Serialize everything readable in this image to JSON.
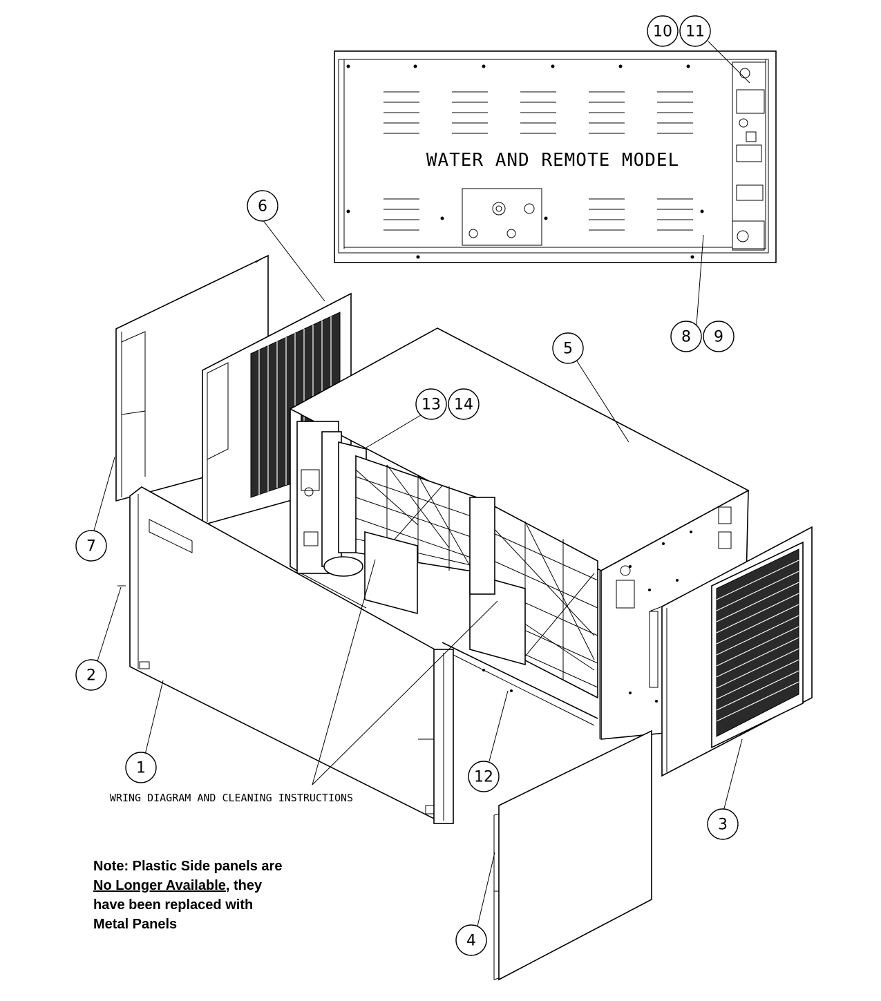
{
  "labels": {
    "top_panel_text": "WATER AND REMOTE MODEL",
    "wiring_text": "WRING DIAGRAM AND CLEANING INSTRUCTIONS"
  },
  "callouts": [
    "1",
    "2",
    "3",
    "4",
    "5",
    "6",
    "7",
    "8",
    "9",
    "10",
    "11",
    "12",
    "13",
    "14"
  ],
  "note": {
    "line1": "Note: Plastic Side panels are",
    "line2_underlined": "No Longer Available",
    "line2_rest": ", they",
    "line3": "have been replaced with",
    "line4": "Metal  Panels"
  }
}
